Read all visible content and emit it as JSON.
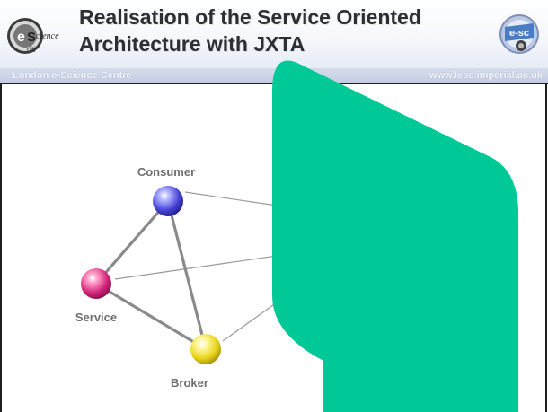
{
  "header": {
    "title_line1": "Realisation of the Service Oriented",
    "title_line2": "Architecture with JXTA",
    "logo_left_text": "e-Science",
    "logo_right_text": "e-sc"
  },
  "banner": {
    "left_text": "London e-Science Centre",
    "right_text": "www.lesc.imperial.ac.uk"
  },
  "diagram": {
    "nodes": [
      {
        "id": "consumer",
        "label": "Consumer",
        "color": "#4a48d8"
      },
      {
        "id": "service",
        "label": "Service",
        "color": "#d0267a"
      },
      {
        "id": "broker",
        "label": "Broker",
        "color": "#e6d21a"
      }
    ],
    "overlay_color": "#00c896"
  }
}
